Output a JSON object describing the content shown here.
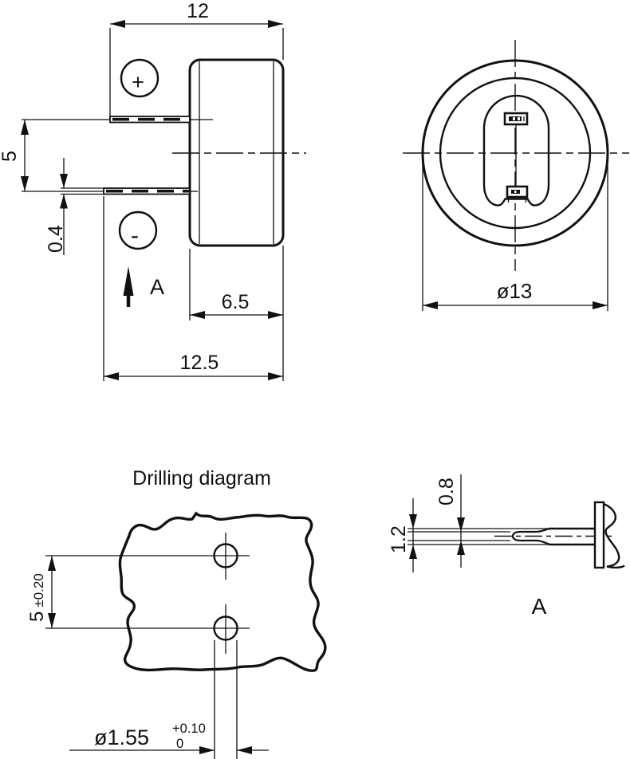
{
  "drawing": {
    "side_view": {
      "dim_top_width": "12",
      "dim_pin_spacing": "5",
      "dim_pin_thickness": "0.4",
      "dim_body_depth": "6.5",
      "dim_overall_width": "12.5",
      "polarity_plus": "+",
      "polarity_minus": "-",
      "view_direction_label": "A"
    },
    "back_view": {
      "dim_diameter": "ø13"
    },
    "drilling_diagram": {
      "title": "Drilling diagram",
      "hole_spacing_value": "5",
      "hole_spacing_tolerance": "±0.20",
      "hole_diameter": "ø1.55",
      "hole_tolerance_upper": "+0.10",
      "hole_tolerance_lower": "0"
    },
    "detail_view": {
      "dim_outer_width": "1.2",
      "dim_inner_width": "0.8",
      "label": "A"
    }
  }
}
